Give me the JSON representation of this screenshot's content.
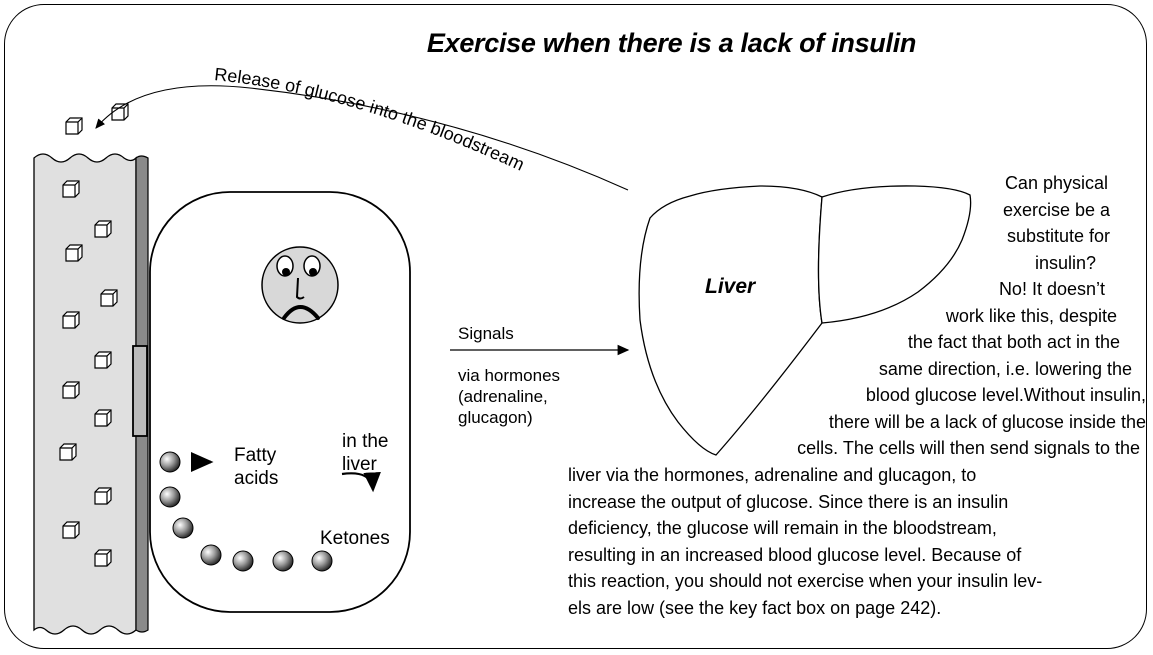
{
  "title": "Exercise when there is a lack of insulin",
  "arc_label": "Release of glucose into the bloodstream",
  "liver_label": "Liver",
  "signals_label": "Signals",
  "via_hormones": [
    "via hormones",
    "(adrenaline,",
    "glucagon)"
  ],
  "fatty_acids": [
    "Fatty",
    "acids"
  ],
  "in_the_liver": [
    "in the",
    "liver"
  ],
  "ketones": "Ketones",
  "text_lines": [
    "Can physical",
    "exercise be a",
    "substitute for",
    "insulin?",
    "No! It doesn’t",
    "work like this, despite",
    "the fact that both act in the",
    "same direction, i.e. lowering the",
    "blood glucose level.Without insulin,",
    "there will be a lack of glucose inside the",
    "cells. The cells will then send signals to the",
    "liver via the hormones, adrenaline and glucagon, to",
    "increase the output of glucose. Since there is an insulin",
    "deficiency, the glucose will remain in the bloodstream,",
    "resulting in an increased blood glucose level. Because of",
    "this reaction, you should not exercise when your insulin lev-",
    "els are low (see the key fact box on page 242)."
  ]
}
